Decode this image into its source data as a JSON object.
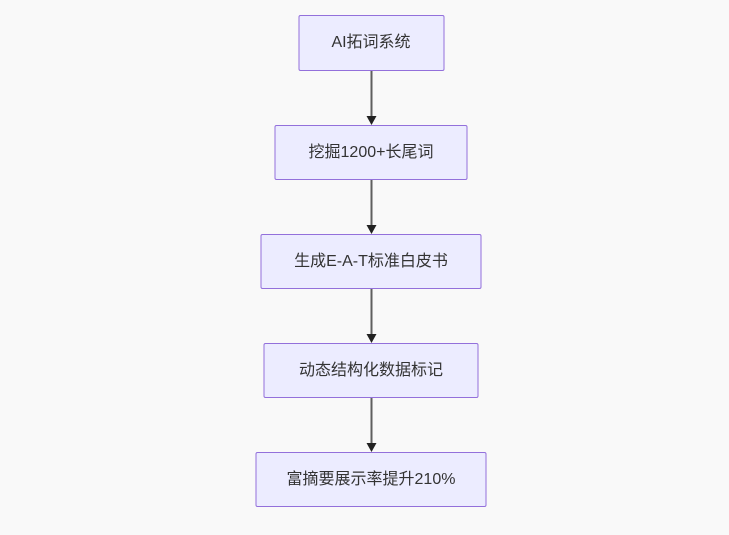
{
  "page": {
    "background": "#f9f9f9"
  },
  "flowchart": {
    "direction": "top-down",
    "style": {
      "node_fill": "#ECECFF",
      "node_border": "#9370DB",
      "node_text_color": "#333333",
      "edge_line_color": "#5f5f5f",
      "arrowhead_color": "#222222"
    },
    "nodes": [
      {
        "id": "A",
        "label": "AI拓词系统"
      },
      {
        "id": "B",
        "label": "挖掘1200+长尾词"
      },
      {
        "id": "C",
        "label": "生成E-A-T标准白皮书"
      },
      {
        "id": "D",
        "label": "动态结构化数据标记"
      },
      {
        "id": "E",
        "label": "富摘要展示率提升210%"
      }
    ],
    "edges": [
      {
        "from": "A",
        "to": "B"
      },
      {
        "from": "B",
        "to": "C"
      },
      {
        "from": "C",
        "to": "D"
      },
      {
        "from": "D",
        "to": "E"
      }
    ]
  }
}
